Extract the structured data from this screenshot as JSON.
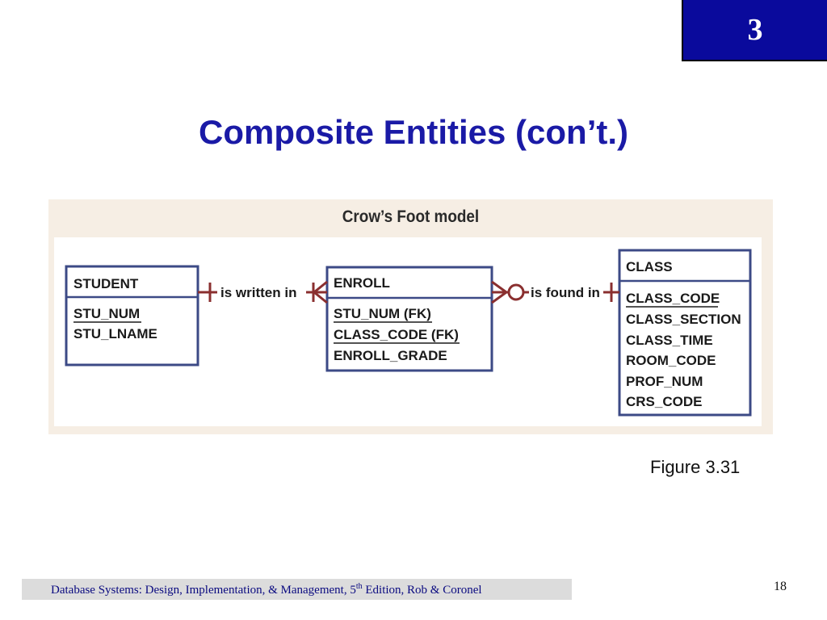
{
  "chapter_badge": "3",
  "slide_title": "Composite Entities (con’t.)",
  "figure": {
    "heading": "Crow’s Foot model",
    "caption": "Figure 3.31",
    "entities": [
      {
        "name": "STUDENT",
        "attributes": [
          {
            "text": "STU_NUM",
            "key": true
          },
          {
            "text": "STU_LNAME",
            "key": false
          }
        ]
      },
      {
        "name": "ENROLL",
        "attributes": [
          {
            "text": "STU_NUM (FK)",
            "key": true
          },
          {
            "text": "CLASS_CODE (FK)",
            "key": true
          },
          {
            "text": "ENROLL_GRADE",
            "key": false
          }
        ]
      },
      {
        "name": "CLASS",
        "attributes": [
          {
            "text": "CLASS_CODE",
            "key": true
          },
          {
            "text": "CLASS_SECTION",
            "key": false
          },
          {
            "text": "CLASS_TIME",
            "key": false
          },
          {
            "text": "ROOM_CODE",
            "key": false
          },
          {
            "text": "PROF_NUM",
            "key": false
          },
          {
            "text": "CRS_CODE",
            "key": false
          }
        ]
      }
    ],
    "relationships": [
      {
        "label": "is written in",
        "from": "STUDENT",
        "to": "ENROLL",
        "from_end": "one",
        "to_end": "one-or-many"
      },
      {
        "label": "is found in",
        "from": "ENROLL",
        "to": "CLASS",
        "from_end": "zero-or-many",
        "to_end": "one"
      }
    ],
    "colors": {
      "entity_border": "#3c4a86",
      "relationship": "#8a2f2f",
      "figure_bg": "#f6eee4"
    }
  },
  "footer": {
    "text_before": "Database Systems: Design, Implementation, & Management, 5",
    "superscript": "th",
    "text_after": " Edition, Rob & Coronel"
  },
  "page_number": "18",
  "colors": {
    "title": "#1a1aa6",
    "badge_bg": "#0a0a9c",
    "footer_text": "#0a0a80",
    "footer_bg": "#dcdcdc"
  }
}
